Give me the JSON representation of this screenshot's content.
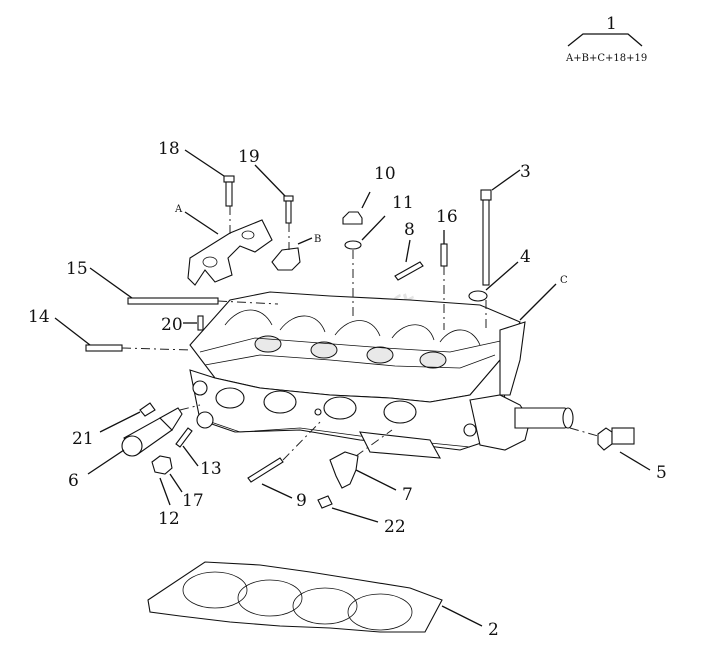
{
  "assembly": {
    "number": "1",
    "formula": "A+B+C+18+19"
  },
  "callouts": {
    "n2": "2",
    "n3": "3",
    "n4": "4",
    "n5": "5",
    "n6": "6",
    "n7": "7",
    "n8": "8",
    "n9": "9",
    "n10": "10",
    "n11": "11",
    "n12": "12",
    "n13": "13",
    "n14": "14",
    "n15": "15",
    "n16": "16",
    "n17": "17",
    "n18": "18",
    "n19": "19",
    "n20": "20",
    "n21": "21",
    "n22": "22"
  },
  "letters": {
    "a": "A",
    "b": "B",
    "c": "C"
  },
  "watermark": "soft"
}
